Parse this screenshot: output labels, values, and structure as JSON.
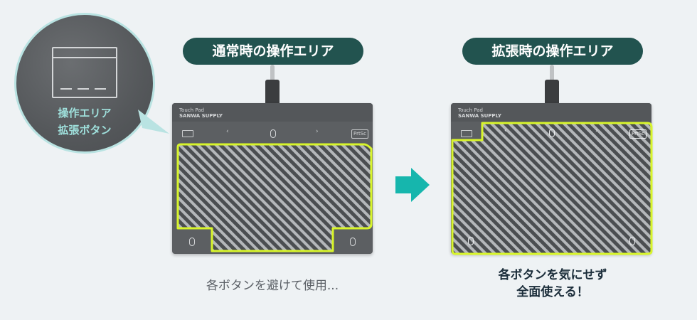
{
  "callout": {
    "line1": "操作エリア",
    "line2": "拡張ボタン",
    "icon": "keyboard-icon"
  },
  "panels": {
    "normal": {
      "title": "通常時の操作エリア",
      "caption": "各ボタンを避けて使用..."
    },
    "expanded": {
      "title": "拡張時の操作エリア",
      "caption_line1": "各ボタンを気にせず",
      "caption_line2": "全面使える！"
    }
  },
  "pad": {
    "brand_line1": "Touch Pad",
    "brand_line2": "SANWA SUPPLY",
    "left_chevron": "‹",
    "right_chevron": "›",
    "prtsc_label": "PrtSc"
  },
  "colors": {
    "highlight": "#d8f52a",
    "title_bg": "#22534f",
    "arrow": "#16b6ad",
    "callout_text": "#9fe0dc"
  }
}
